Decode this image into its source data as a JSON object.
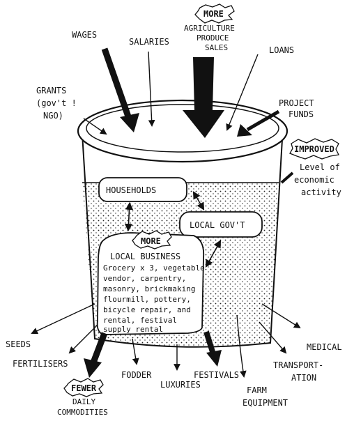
{
  "inflows": {
    "wages": "WAGES",
    "salaries": "SALARIES",
    "agri_1": "MORE",
    "agri_2": "AGRICULTURE",
    "agri_3": "PRODUCE",
    "agri_4": "SALES",
    "loans": "LOANS",
    "grants_1": "GRANTS",
    "grants_2": "(gov't !",
    "grants_3": "NGO)",
    "project_1": "PROJECT",
    "project_2": "FUNDS"
  },
  "level_note": {
    "line_1": "IMPROVED",
    "line_2": "Level of",
    "line_3": "economic",
    "line_4": "activity"
  },
  "actors": {
    "households": "HOUSEHOLDS",
    "local_govt": "LOCAL GOV'T",
    "more": "MORE",
    "business_title": "LOCAL BUSINESS",
    "business_lines": [
      "Grocery x 3, vegetable",
      "vendor, carpentry,",
      "masonry, brickmaking",
      "flourmill, pottery,",
      "bicycle repair, and",
      "rental, festival",
      "supply rental"
    ]
  },
  "outflows": {
    "seeds": "SEEDS",
    "fertilisers": "FERTILISERS",
    "fewer_1": "FEWER",
    "fewer_2": "DAILY",
    "fewer_3": "COMMODITIES",
    "fodder": "FODDER",
    "luxuries": "LUXURIES",
    "festivals": "FESTIVALS",
    "farm_1": "FARM",
    "farm_2": "EQUIPMENT",
    "transport_1": "TRANSPORT-",
    "transport_2": "ATION",
    "medical": "MEDICAL"
  }
}
